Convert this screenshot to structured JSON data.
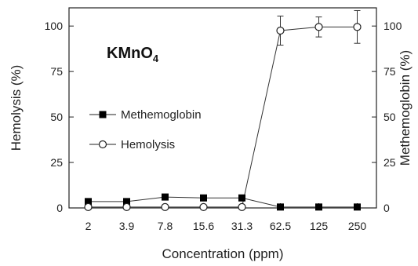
{
  "chart_data": {
    "type": "line",
    "annotation": {
      "main": "KMnO",
      "sub": "4"
    },
    "xlabel": "Concentration (ppm)",
    "ylabel_left": "Hemolysis (%)",
    "ylabel_right": "Methemoglobin (%)",
    "categories": [
      "2",
      "3.9",
      "7.8",
      "15.6",
      "31.3",
      "62.5",
      "125",
      "250"
    ],
    "ylim": [
      0,
      110
    ],
    "yticks": [
      0,
      25,
      50,
      75,
      100
    ],
    "ytick_labels": [
      "0",
      "25",
      "50",
      "75",
      "100"
    ],
    "grid": false,
    "legend_position": "left",
    "series": [
      {
        "name": "Methemoglobin",
        "marker": "filled-square",
        "axis": "right",
        "values": [
          3.5,
          3.5,
          6,
          5.5,
          5.5,
          0.5,
          0.5,
          0.5
        ]
      },
      {
        "name": "Hemolysis",
        "marker": "open-circle",
        "axis": "left",
        "values": [
          0.5,
          0.5,
          0.5,
          0.5,
          0.5,
          97.5,
          99.5,
          99.5
        ],
        "error": [
          0,
          0,
          0,
          0,
          0,
          8,
          5.5,
          9
        ]
      }
    ]
  }
}
